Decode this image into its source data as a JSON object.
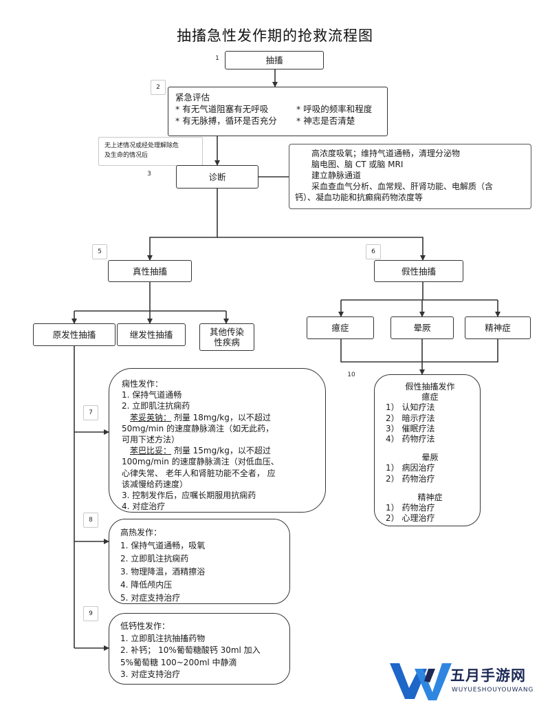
{
  "title": "抽搐急性发作期的抢救流程图",
  "numbers": {
    "n1": "1",
    "n2": "2",
    "n3": "3",
    "n5": "5",
    "n6": "6",
    "n7": "7",
    "n8": "8",
    "n9": "9",
    "n10a": "10",
    "n10b": "10"
  },
  "nodes": {
    "seizure": "抽搐",
    "assessment": {
      "heading": "紧急评估",
      "items": [
        "* 有无气道阻塞有无呼吸",
        "* 呼吸的频率和程度",
        "* 有无脉搏，循环是否充分",
        "* 神志是否清楚"
      ]
    },
    "stable_note": [
      "无上述情况或经处理解除危",
      "及生命的情况后"
    ],
    "diagnosis": "诊断",
    "diagnosis_detail": [
      "高浓度吸氧；维持气道通畅，清理分泌物",
      "脑电图、脑  CT 或脑  MRI",
      "建立静脉通道",
      "采血查血气分析、血常规、肝肾功能、电解质（含",
      "钙）、凝血功能和抗癫痫药物浓度等"
    ],
    "true_seizure": "真性抽搐",
    "false_seizure": "假性抽搐",
    "primary": "原发性抽搐",
    "secondary": "继发性抽搐",
    "infectious": [
      "其他传染",
      "性疾病"
    ],
    "hysteria": "癔症",
    "syncope": "晕厥",
    "psychosis": "精神症"
  },
  "epilepsy": {
    "heading": "痫性发作：",
    "l1": "1.    保持气道通畅",
    "l2": "2.    立即肌注抗痫药",
    "l3_drug": "苯妥英钠：",
    "l3_rest": " 剂量       18mg/kg，以不超过",
    "l4": "50mg/min   的速度静脉滴注（如无此药，",
    "l5": "可用下述方法）",
    "l6_drug": "苯巴比妥：",
    "l6_rest": " 剂量       15mg/kg，以不超过",
    "l7": "100mg/min  的速度静脉滴注（对低血压、",
    "l8": "心律失常、 老年人和肾脏功能不全者，       应",
    "l9": "该减慢给药速度）",
    "l10": "3.    控制发作后，应嘱长期服用抗痫药",
    "l11": "4.    对症治疗"
  },
  "fever": {
    "heading": "高热发作：",
    "items": [
      "1.    保持气道通畅，吸氧",
      "2.    立即肌注抗痫药",
      "3.    物理降温，酒精擦浴",
      "4.    降低颅内压",
      "5.    对症支持治疗"
    ]
  },
  "hypocalcemia": {
    "heading": "低钙性发作：",
    "l1": "1.    立即肌注抗抽搐药物",
    "l2": "2.    补钙；  10%葡萄糖酸钙    30ml  加入",
    "l3": "5%葡萄糖  100~200ml  中静滴",
    "l4": "3.    对症支持治疗"
  },
  "false_treatment": {
    "heading": "假性抽搐发作",
    "hysteria_title": "癔症",
    "hysteria_items": [
      "1）  认知疗法",
      "2）  暗示疗法",
      "3）  催眠疗法",
      "4）  药物疗法"
    ],
    "syncope_title": "晕厥",
    "syncope_items": [
      "1）  病因治疗",
      "2）  药物治疗"
    ],
    "psychosis_title": "精神症",
    "psychosis_items": [
      "1）  药物治疗",
      "2）  心理治疗"
    ]
  },
  "watermark": {
    "name": "五月手游网",
    "url": "WUYUESHOUYOUWANG"
  },
  "colors": {
    "line": "#333333",
    "box_border": "#333333",
    "wm_blue": "#1e66c8",
    "wm_dark": "#1d2a55"
  }
}
